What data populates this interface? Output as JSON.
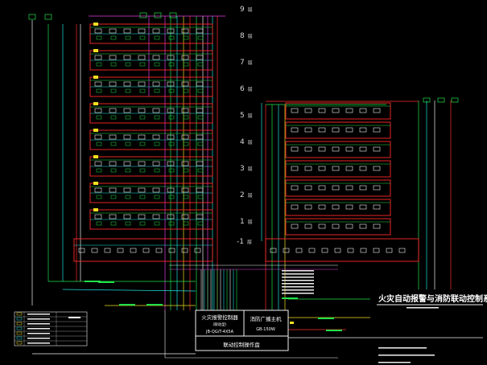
{
  "floors": [
    {
      "num": "9",
      "suffix": "层"
    },
    {
      "num": "8",
      "suffix": "层"
    },
    {
      "num": "7",
      "suffix": "层"
    },
    {
      "num": "6",
      "suffix": "层"
    },
    {
      "num": "5",
      "suffix": "层"
    },
    {
      "num": "4",
      "suffix": "层"
    },
    {
      "num": "3",
      "suffix": "层"
    },
    {
      "num": "2",
      "suffix": "层"
    },
    {
      "num": "1",
      "suffix": "层"
    },
    {
      "num": "-1",
      "suffix": "层"
    }
  ],
  "controller": {
    "title": "火灾报警控制器",
    "subtitle": "(联动型)",
    "model": "JB-QG/T-4X5A"
  },
  "broadcast": {
    "title": "消防广播主机",
    "model": "GB-150W"
  },
  "panel": {
    "title": "联动控制操作盘"
  },
  "drawing": {
    "title": "火灾自动报警与消防联动控制系统图"
  },
  "colors": {
    "background": "#000000",
    "red": "#ff2a2a",
    "green": "#22e04a",
    "cyan": "#20e0e0",
    "yellow": "#f0e020",
    "magenta": "#e040e0",
    "white": "#f0f0f0",
    "blue": "#4060ff"
  }
}
